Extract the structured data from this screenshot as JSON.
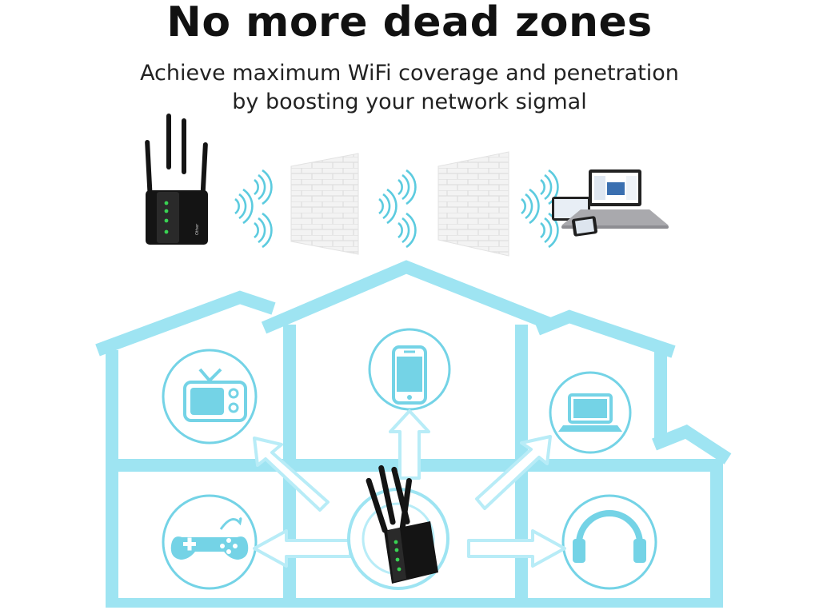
{
  "headline": "No more dead zones",
  "subtitle": {
    "line1": "Achieve maximum WiFi coverage and penetration",
    "line2": "by boosting your network sigmal"
  },
  "device_brand": "Other",
  "colors": {
    "house": "#9ee4f2",
    "house_stroke": "#b8ecf7",
    "icon": "#74d3e6",
    "signal": "#5ccbdf",
    "device": "#141414",
    "led": "#39d353",
    "wall": "#f1f1f1",
    "brick_line": "#dcdcdc",
    "text": "#111111"
  },
  "icons": [
    "tv-icon",
    "smartphone-icon",
    "laptop-icon",
    "gamepad-icon",
    "headphones-icon",
    "wifi-signal-icon",
    "brick-wall",
    "wifi-extender"
  ]
}
